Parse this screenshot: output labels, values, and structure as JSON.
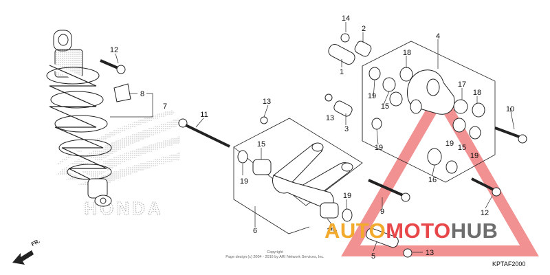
{
  "callouts": [
    {
      "id": "c14",
      "text": "14"
    },
    {
      "id": "c2",
      "text": "2"
    },
    {
      "id": "c4",
      "text": "4"
    },
    {
      "id": "c12a",
      "text": "12"
    },
    {
      "id": "c8",
      "text": "8"
    },
    {
      "id": "c7",
      "text": "7"
    },
    {
      "id": "c1",
      "text": "1"
    },
    {
      "id": "c18a",
      "text": "18"
    },
    {
      "id": "c19a",
      "text": "19"
    },
    {
      "id": "c15a",
      "text": "15"
    },
    {
      "id": "c17",
      "text": "17"
    },
    {
      "id": "c18b",
      "text": "18"
    },
    {
      "id": "c10",
      "text": "10"
    },
    {
      "id": "c11",
      "text": "11"
    },
    {
      "id": "c13a",
      "text": "13"
    },
    {
      "id": "c13b",
      "text": "13"
    },
    {
      "id": "c3",
      "text": "3"
    },
    {
      "id": "c19b",
      "text": "19"
    },
    {
      "id": "c15b",
      "text": "15"
    },
    {
      "id": "c19c",
      "text": "19"
    },
    {
      "id": "c15c",
      "text": "15"
    },
    {
      "id": "c19d",
      "text": "19"
    },
    {
      "id": "c19e",
      "text": "19"
    },
    {
      "id": "c16",
      "text": "16"
    },
    {
      "id": "c9",
      "text": "9"
    },
    {
      "id": "c12b",
      "text": "12"
    },
    {
      "id": "c6",
      "text": "6"
    },
    {
      "id": "c19f",
      "text": "19"
    },
    {
      "id": "c15d",
      "text": "15"
    },
    {
      "id": "c5",
      "text": "5"
    },
    {
      "id": "c13c",
      "text": "13"
    }
  ],
  "watermark": {
    "part1": "AUTO",
    "part2": "MOTO",
    "part3": "HUB"
  },
  "brand_ghost": "HONDA",
  "front_label": "FR.",
  "copyright_line1": "Copyright",
  "copyright_line2": "Page design (c) 2004 - 2016 by ARI Network Services, Inc.",
  "diagram_code": "KPTAF2000",
  "colors": {
    "watermark_orange": "#f2a92c",
    "watermark_red": "#e8474a",
    "watermark_gray": "#6e6e6e",
    "line": "#222222"
  }
}
